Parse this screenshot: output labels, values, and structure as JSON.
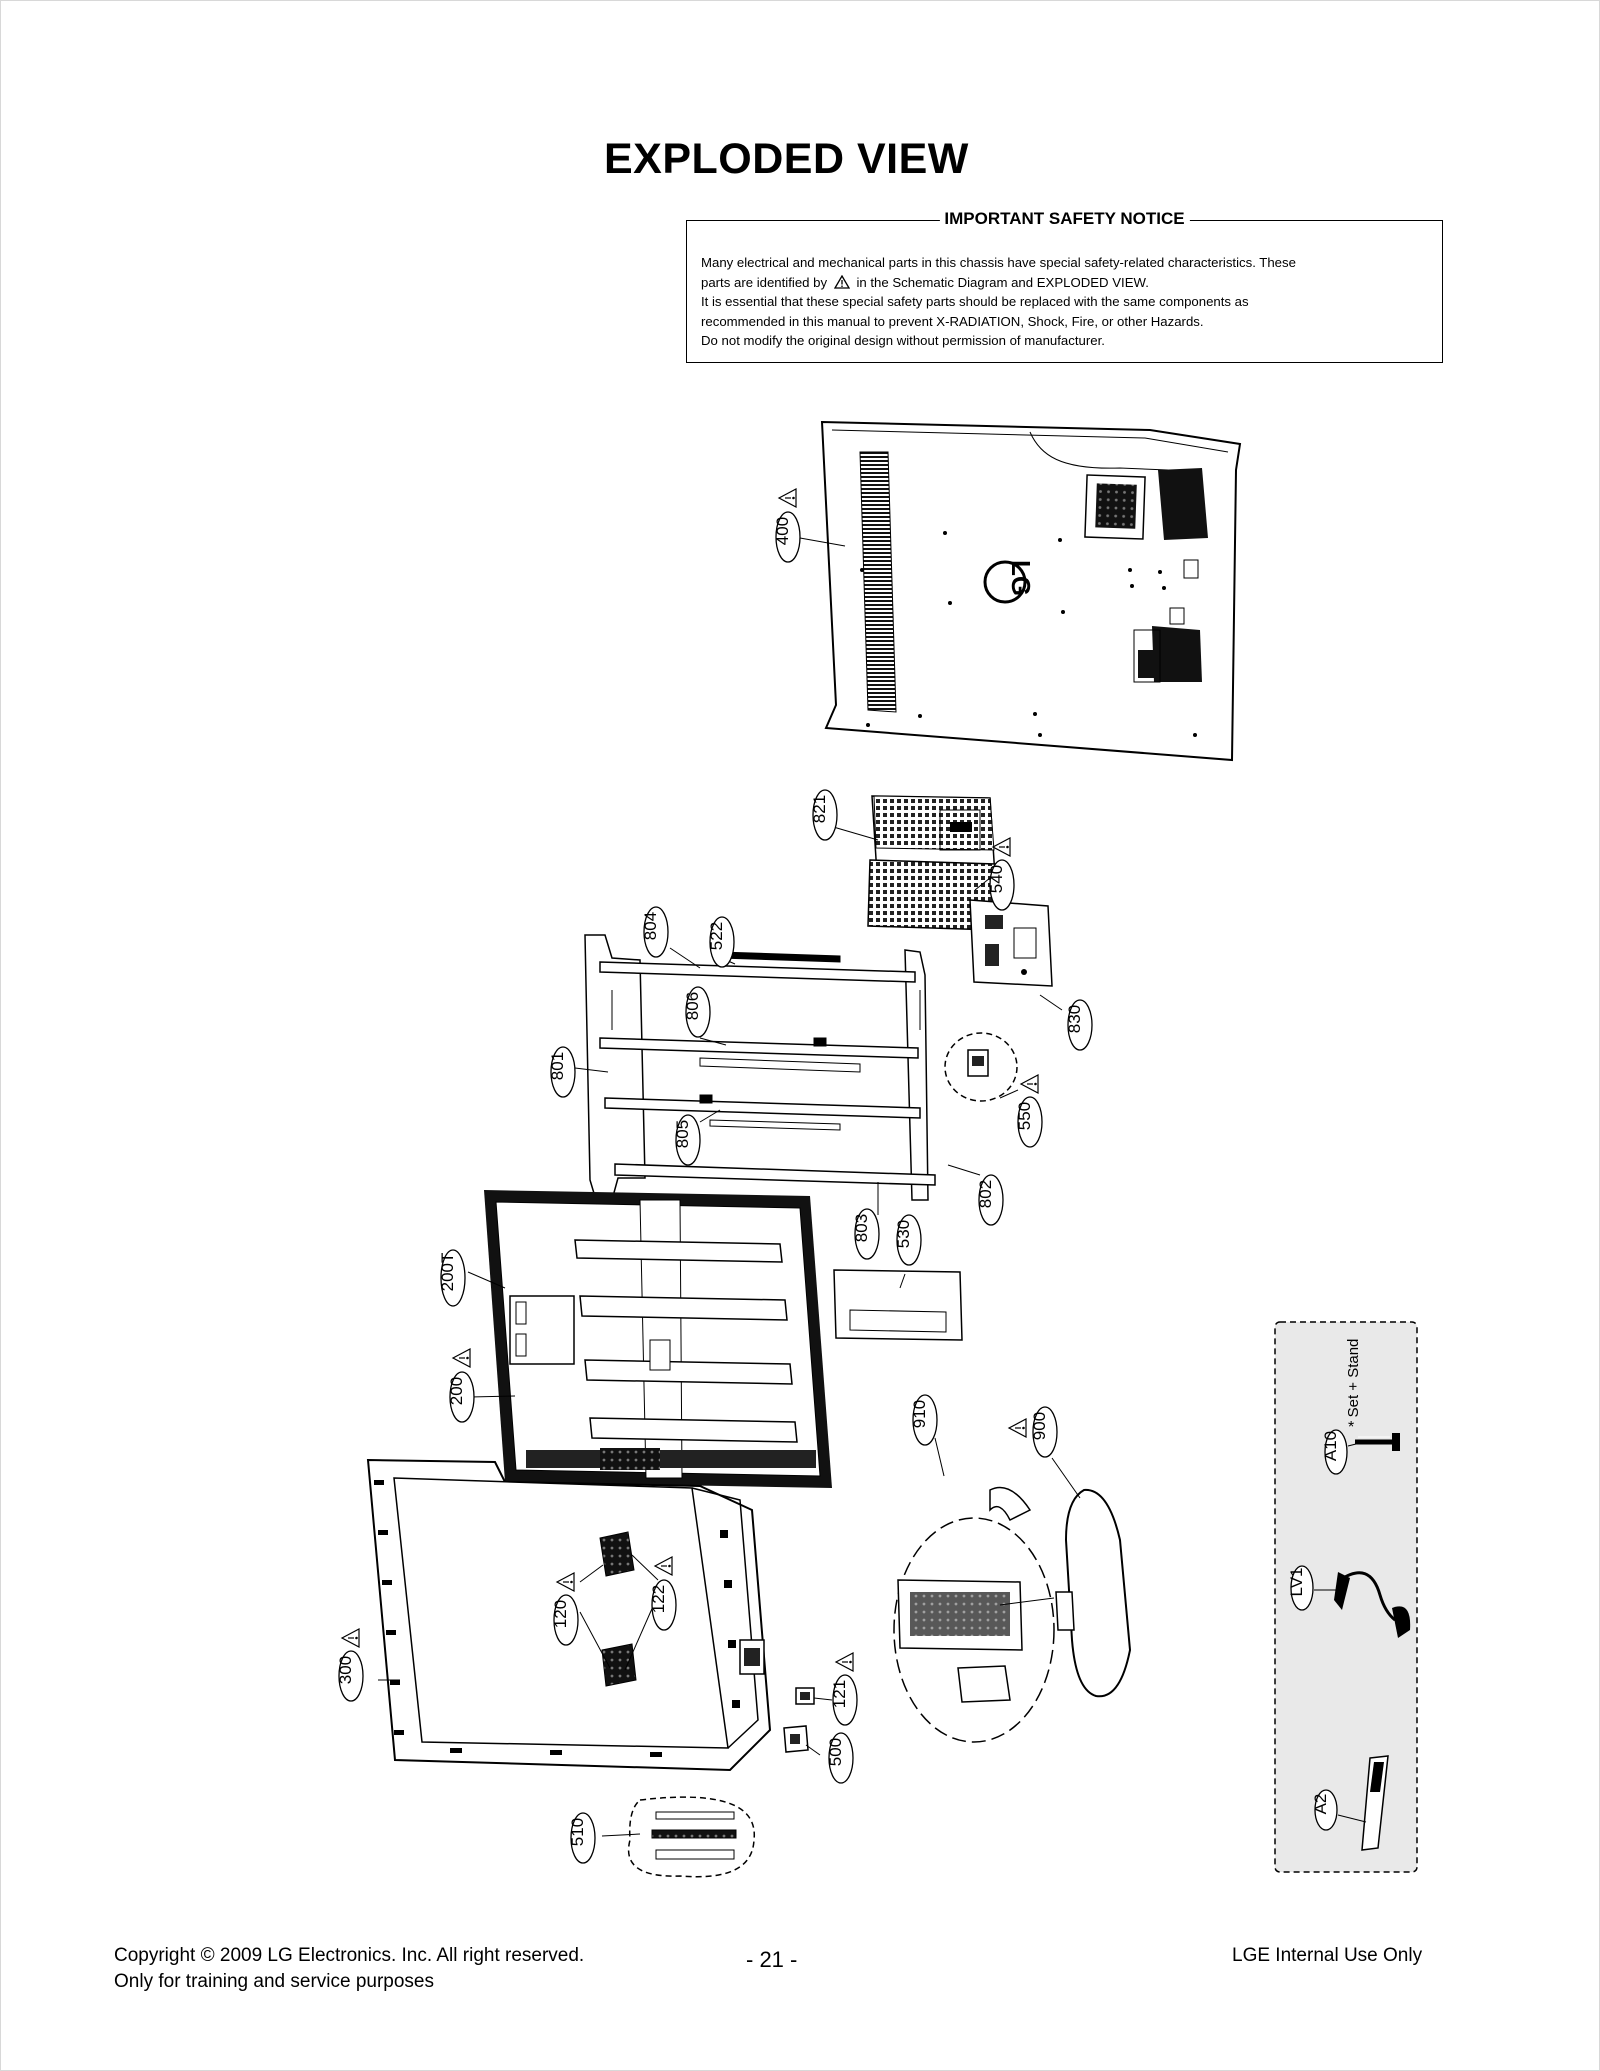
{
  "page": {
    "title": "EXPLODED VIEW"
  },
  "notice": {
    "heading": "IMPORTANT SAFETY NOTICE",
    "line1": "Many electrical and mechanical parts in this chassis have special safety-related characteristics. These",
    "line2_before": "parts are identified by",
    "line2_after": "in the Schematic Diagram and EXPLODED VIEW.",
    "line3": "It is essential that these special safety parts should be replaced with the same components as",
    "line4": "recommended in this manual to prevent X-RADIATION, Shock, Fire, or other Hazards.",
    "line5": "Do not modify the original design without permission of manufacturer."
  },
  "callouts": {
    "c400": "400",
    "c821": "821",
    "c540": "540",
    "c804": "804",
    "c522": "522",
    "c830": "830",
    "c806": "806",
    "c801": "801",
    "c550": "550",
    "c805": "805",
    "c802": "802",
    "c803": "803",
    "c530": "530",
    "c200t": "200T",
    "c200": "200",
    "c910": "910",
    "c900": "900",
    "c120": "120",
    "c122": "122",
    "c300": "300",
    "c121": "121",
    "c500": "500",
    "c510": "510",
    "cA10": "A10",
    "cLV1": "LV1",
    "cA2": "A2"
  },
  "accessory_panel": {
    "set_stand_label": "Set + Stand",
    "asterisk": "*"
  },
  "logo": "LG",
  "footer": {
    "copyright_line1": "Copyright © 2009 LG Electronics. Inc. All right reserved.",
    "copyright_line2": "Only for training and service purposes",
    "page_number": "- 21 -",
    "internal": "LGE Internal Use Only"
  }
}
